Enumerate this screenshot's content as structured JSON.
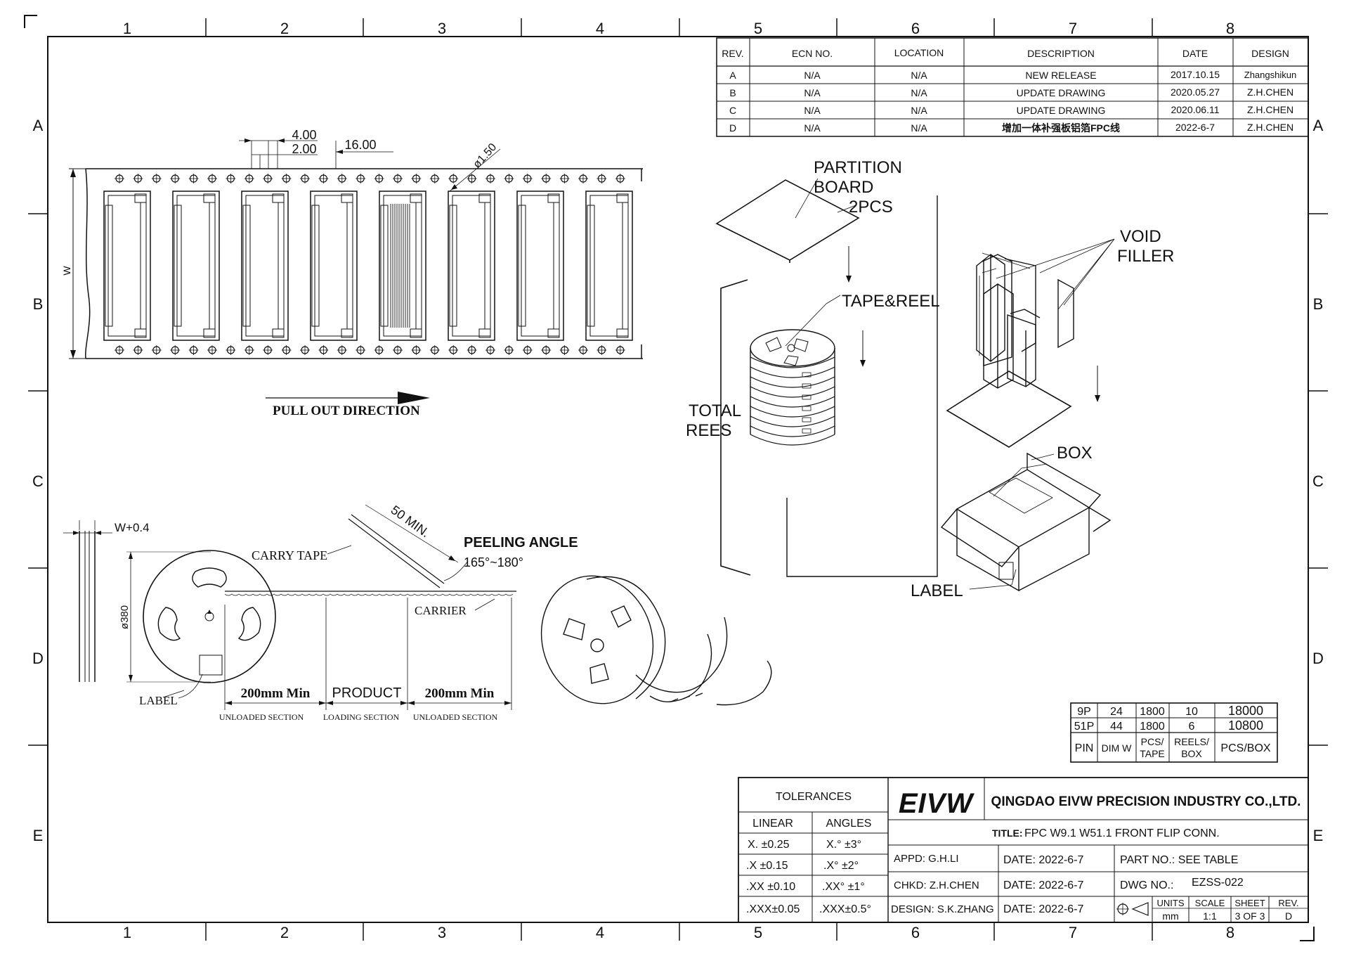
{
  "frame": {
    "columns": [
      "1",
      "2",
      "3",
      "4",
      "5",
      "6",
      "7",
      "8"
    ],
    "rows": [
      "A",
      "B",
      "C",
      "D",
      "E"
    ]
  },
  "revision_table": {
    "headers": [
      "REV.",
      "ECN NO.",
      "LOCATION",
      "DESCRIPTION",
      "DATE",
      "DESIGN"
    ],
    "rows": [
      [
        "A",
        "N/A",
        "N/A",
        "NEW RELEASE",
        "2017.10.15",
        "Zhangshikun"
      ],
      [
        "B",
        "N/A",
        "N/A",
        "UPDATE DRAWING",
        "2020.05.27",
        "Z.H.CHEN"
      ],
      [
        "C",
        "N/A",
        "N/A",
        "UPDATE DRAWING",
        "2020.06.11",
        "Z.H.CHEN"
      ],
      [
        "D",
        "N/A",
        "N/A",
        "增加一体补强板铝箔FPC线",
        "2022-6-7",
        "Z.H.CHEN"
      ]
    ]
  },
  "tape_view": {
    "dim_pitch_a": "4.00",
    "dim_pitch_b": "2.00",
    "dim_pitch_c": "16.00",
    "dim_hole": "ø1.50",
    "dim_width": "W",
    "pull_direction": "PULL OUT DIRECTION"
  },
  "reel_view": {
    "dim_width": "W+0.4",
    "dim_diameter": "ø380",
    "carry_tape": "CARRY TAPE",
    "min_length": "50 MIN.",
    "peeling_angle_title": "PEELING ANGLE",
    "peeling_angle_value": "165°~180°",
    "carrier": "CARRIER",
    "label": "LABEL",
    "section_left_len": "200mm Min",
    "section_mid": "PRODUCT",
    "section_right_len": "200mm Min",
    "section_left_caption": "UNLOADED SECTION",
    "section_mid_caption": "LOADING SECTION",
    "section_right_caption": "UNLOADED SECTION"
  },
  "packing_view": {
    "partition_board": "PARTITION",
    "partition_board_2": "BOARD",
    "partition_qty": "2PCS",
    "tape_reel": "TAPE&REEL",
    "total_reels_1": "TOTAL",
    "total_reels_2": "REES",
    "void_filler_1": "VOID",
    "void_filler_2": "FILLER",
    "box": "BOX",
    "label": "LABEL"
  },
  "qty_table": {
    "rows": [
      [
        "9P",
        "24",
        "1800",
        "10",
        "18000"
      ],
      [
        "51P",
        "44",
        "1800",
        "6",
        "10800"
      ]
    ],
    "headers": [
      "PIN",
      "DIM  W",
      "PCS/TAPE",
      "REELS/BOX",
      "PCS/BOX"
    ],
    "header_pcs_tape_1": "PCS/",
    "header_pcs_tape_2": "TAPE",
    "header_reels_box_1": "REELS/",
    "header_reels_box_2": "BOX"
  },
  "title_block": {
    "tolerances": "TOLERANCES",
    "linear": "LINEAR",
    "angles": "ANGLES",
    "tol_rows": [
      [
        "X.  ±0.25",
        "X.°  ±3°"
      ],
      [
        ".X  ±0.15",
        ".X°  ±2°"
      ],
      [
        ".XX ±0.10",
        ".XX° ±1°"
      ],
      [
        ".XXX±0.05",
        ".XXX±0.5°"
      ]
    ],
    "logo": "EIVW",
    "company": "QINGDAO EIVW PRECISION INDUSTRY CO.,LTD.",
    "title_label": "TITLE:",
    "title_value": "FPC  W9.1  W51.1  FRONT FLIP  CONN.",
    "appd": "APPD:  G.H.LI",
    "chkd": "CHKD:  Z.H.CHEN",
    "design": "DESIGN: S.K.ZHANG",
    "date1": "DATE:  2022-6-7",
    "date2": "DATE:  2022-6-7",
    "date3": "DATE:  2022-6-7",
    "part_no": "PART NO.:  SEE  TABLE",
    "dwg_no_label": "DWG NO.:",
    "dwg_no": "EZSS-022",
    "units_label": "UNITS",
    "units": "mm",
    "scale_label": "SCALE",
    "scale": "1:1",
    "sheet_label": "SHEET",
    "sheet": "3 OF 3",
    "rev_label": "REV.",
    "rev": "D"
  }
}
